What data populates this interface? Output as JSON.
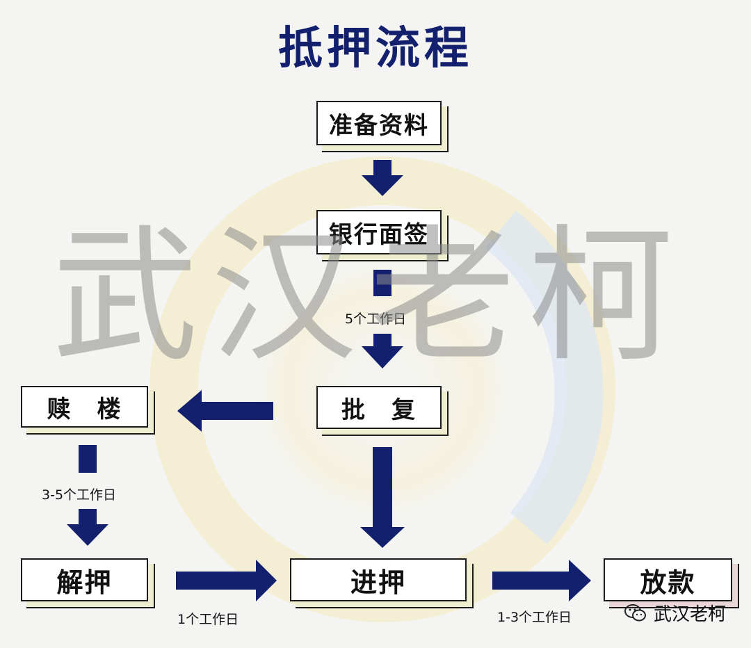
{
  "title": "抵押流程",
  "nodes": {
    "prepare": "准备资料",
    "bank_sign": "银行面签",
    "approval": "批　复",
    "redeem": "赎　楼",
    "release": "解押",
    "mortgage": "进押",
    "loan": "放款"
  },
  "edge_labels": {
    "sign_to_approval": "5个工作日",
    "redeem_to_release": "3-5个工作日",
    "release_to_mortgage": "1个工作日",
    "mortgage_to_loan": "1-3个工作日"
  },
  "watermark": "武汉老柯",
  "footer": {
    "icon": "wechat-icon",
    "account_name": "武汉老柯"
  },
  "colors": {
    "arrow": "#12206e",
    "title": "#12206e"
  }
}
